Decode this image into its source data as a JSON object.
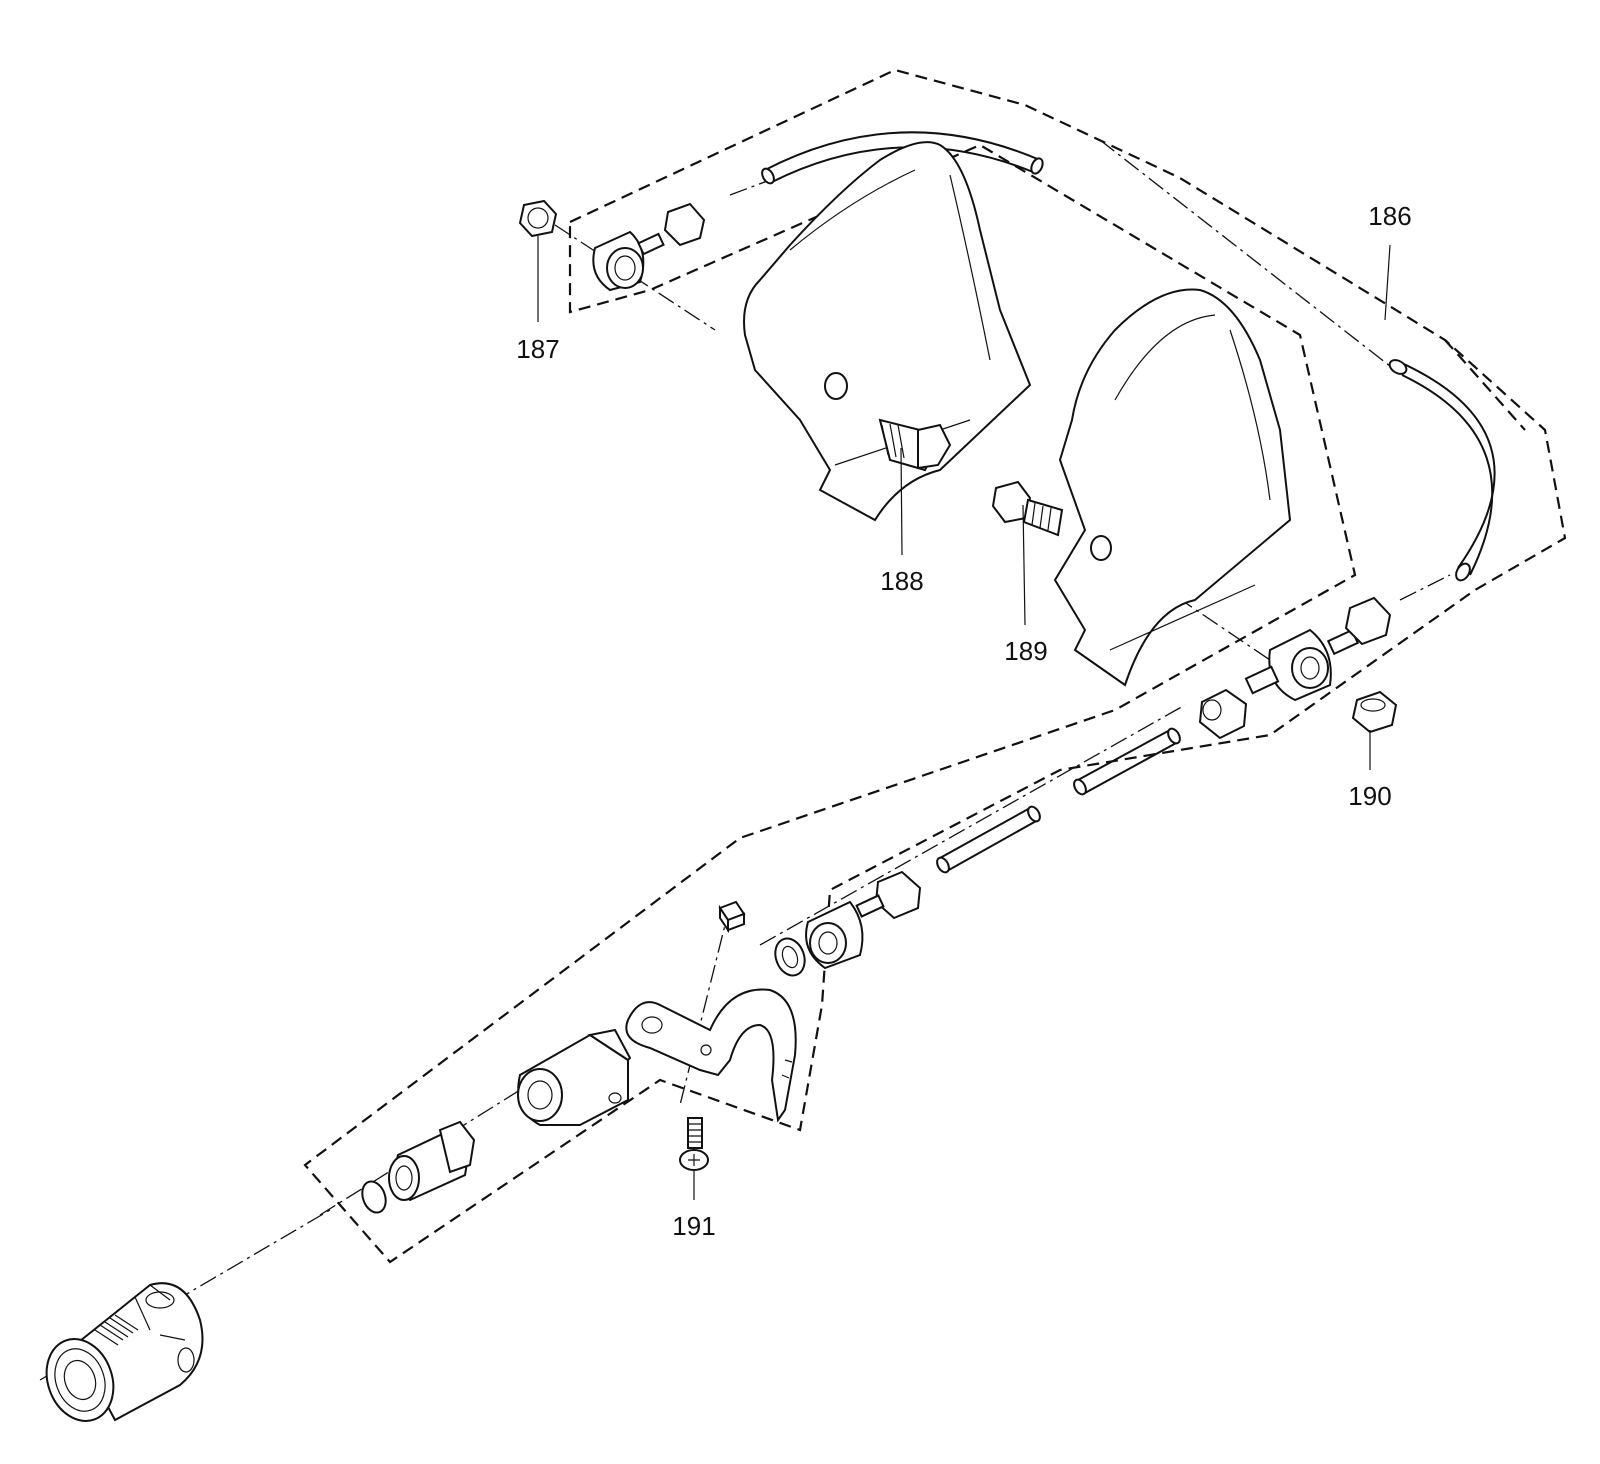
{
  "callouts": [
    {
      "id": "186",
      "label": "186"
    },
    {
      "id": "187",
      "label": "187"
    },
    {
      "id": "188",
      "label": "188"
    },
    {
      "id": "189",
      "label": "189"
    },
    {
      "id": "190",
      "label": "190"
    },
    {
      "id": "191",
      "label": "191"
    }
  ],
  "colors": {
    "line": "#111111",
    "background": "#ffffff"
  }
}
